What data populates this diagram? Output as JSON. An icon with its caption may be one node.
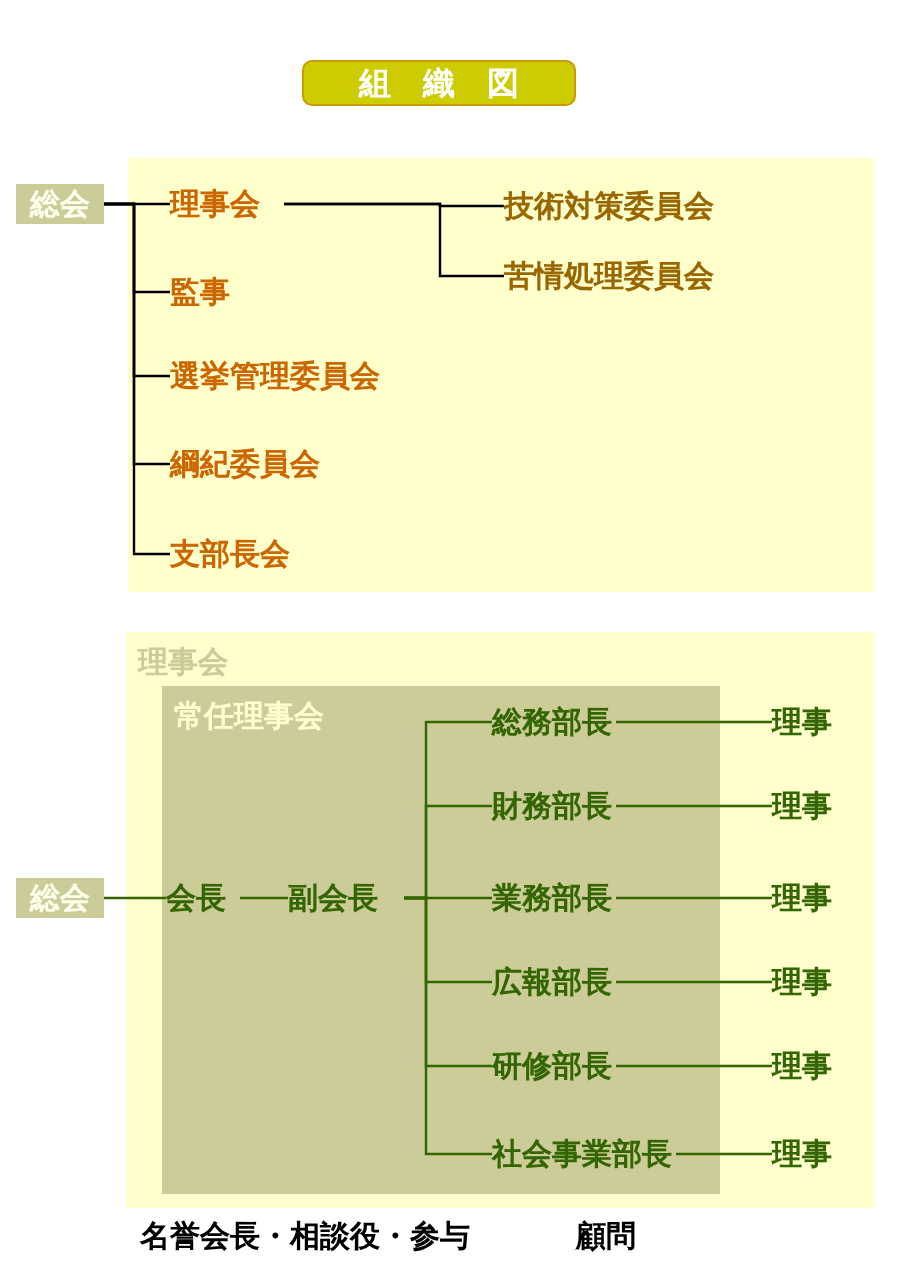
{
  "diagram": {
    "title": "組織図",
    "nodes": [
      {
        "text": [
          "総会"
        ]
      },
      {
        "text": [],
        "shape": "box"
      },
      {
        "text": [
          "理事会"
        ],
        "in": 1
      },
      {
        "text": [
          "技術対策委員会"
        ],
        "in": 1
      },
      {
        "text": [
          "苦情処理委員会"
        ],
        "in": 1
      },
      {
        "text": [
          "監事"
        ],
        "in": 1
      },
      {
        "text": [
          "選挙管理委員会"
        ],
        "in": 1
      },
      {
        "text": [
          "綱紀委員会"
        ],
        "in": 1
      },
      {
        "text": [
          "支部長会"
        ],
        "in": 1
      },
      {
        "text": [
          "理事会"
        ]
      },
      {
        "text": [
          "常任理事会"
        ],
        "in": 9
      },
      {
        "text": [
          "会長"
        ],
        "in": 10
      },
      {
        "text": [
          "副会長"
        ],
        "in": 10
      },
      {
        "text": [
          "総務部長"
        ],
        "in": 10
      },
      {
        "text": [
          "財務部長"
        ],
        "in": 10
      },
      {
        "text": [
          "業務部長"
        ],
        "in": 10
      },
      {
        "text": [
          "広報部長"
        ],
        "in": 10
      },
      {
        "text": [
          "研修部長"
        ],
        "in": 10
      },
      {
        "text": [
          "社会事業部長"
        ],
        "in": 10
      },
      {
        "text": [
          "理事"
        ],
        "in": 9
      },
      {
        "text": [
          "理事"
        ],
        "in": 9
      },
      {
        "text": [
          "理事"
        ],
        "in": 9
      },
      {
        "text": [
          "理事"
        ],
        "in": 9
      },
      {
        "text": [
          "理事"
        ],
        "in": 9
      },
      {
        "text": [
          "理事"
        ],
        "in": 9
      },
      {
        "text": [
          "総会"
        ]
      }
    ],
    "edges": [
      {
        "from": 0,
        "to": 2,
        "arrow": "none",
        "color": "#000000"
      },
      {
        "from": 0,
        "to": 5,
        "arrow": "none",
        "color": "#000000"
      },
      {
        "from": 0,
        "to": 6,
        "arrow": "none",
        "color": "#000000"
      },
      {
        "from": 0,
        "to": 7,
        "arrow": "none",
        "color": "#000000"
      },
      {
        "from": 0,
        "to": 8,
        "arrow": "none",
        "color": "#000000"
      },
      {
        "from": 2,
        "to": 3,
        "arrow": "none",
        "color": "#000000"
      },
      {
        "from": 2,
        "to": 4,
        "arrow": "none",
        "color": "#000000"
      },
      {
        "from": 25,
        "to": 11,
        "arrow": "none"
      },
      {
        "from": 11,
        "to": 12,
        "arrow": "none"
      },
      {
        "from": 12,
        "to": 13,
        "arrow": "none"
      },
      {
        "from": 12,
        "to": 14,
        "arrow": "none"
      },
      {
        "from": 12,
        "to": 15,
        "arrow": "none"
      },
      {
        "from": 12,
        "to": 16,
        "arrow": "none"
      },
      {
        "from": 12,
        "to": 17,
        "arrow": "none"
      },
      {
        "from": 12,
        "to": 18,
        "arrow": "none"
      },
      {
        "from": 13,
        "to": 19,
        "arrow": "none"
      },
      {
        "from": 14,
        "to": 20,
        "arrow": "none"
      },
      {
        "from": 15,
        "to": 21,
        "arrow": "none"
      },
      {
        "from": 16,
        "to": 22,
        "arrow": "none"
      },
      {
        "from": 17,
        "to": 23,
        "arrow": "none"
      },
      {
        "from": 18,
        "to": 24,
        "arrow": "none"
      }
    ],
    "labels": [
      "名誉会長・相談役・参与",
      "顧問"
    ]
  }
}
